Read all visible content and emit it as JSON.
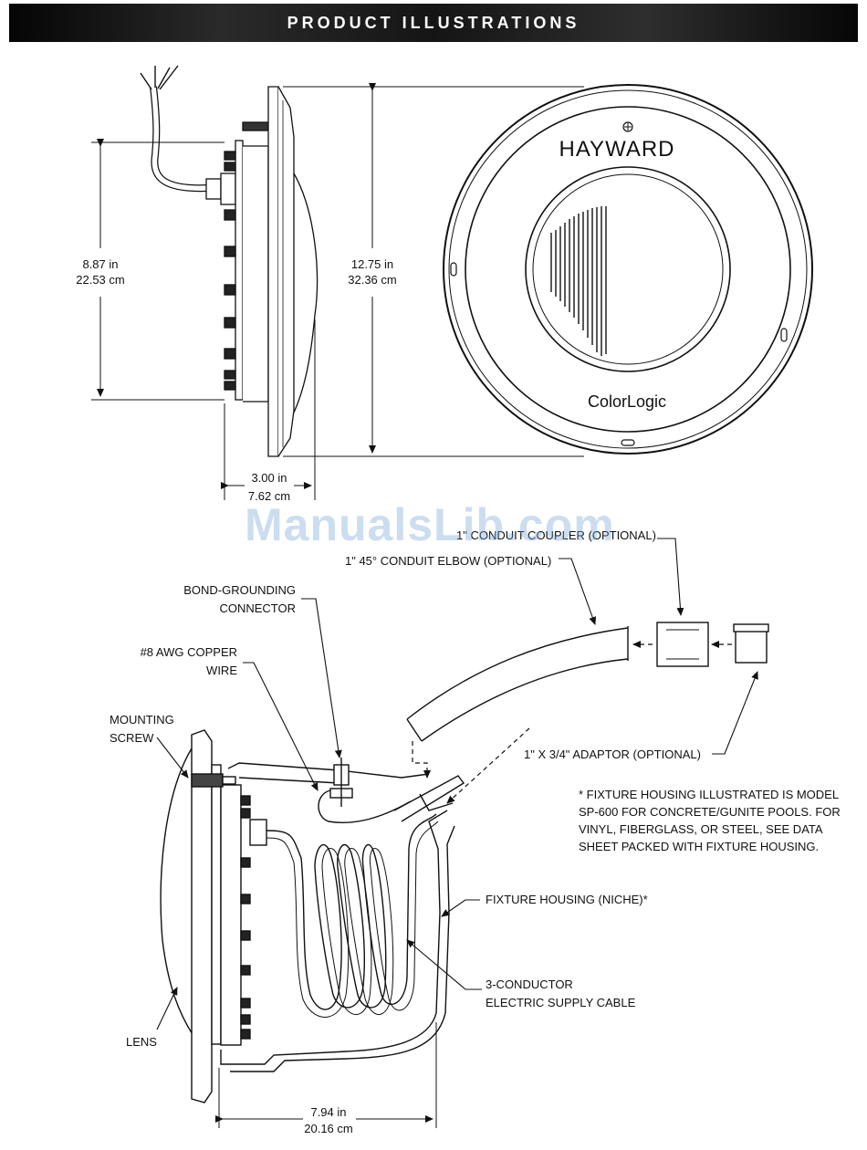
{
  "header": {
    "title": "PRODUCT ILLUSTRATIONS"
  },
  "watermark": "ManualsLib.com",
  "front_view": {
    "brand": "HAYWARD",
    "product": "ColorLogic"
  },
  "side_dimensions": {
    "back_height": [
      "8.87 in",
      "22.53 cm"
    ],
    "total_height": [
      "12.75 in",
      "32.36 cm"
    ],
    "depth": [
      "3.00 in",
      "7.62 cm"
    ]
  },
  "install_callouts": {
    "conduit_coupler": "1\" CONDUIT COUPLER (OPTIONAL)",
    "conduit_elbow": "1\" 45° CONDUIT ELBOW (OPTIONAL)",
    "bond_grounding": [
      "BOND-GROUNDING",
      "CONNECTOR"
    ],
    "copper_wire": [
      "#8 AWG COPPER",
      "WIRE"
    ],
    "mounting_screw": [
      "MOUNTING",
      "SCREW"
    ],
    "adaptor": "1\" X 3/4\" ADAPTOR (OPTIONAL)",
    "housing_note": [
      "* FIXTURE HOUSING ILLUSTRATED IS MODEL",
      "SP-600 FOR CONCRETE/GUNITE POOLS.  FOR",
      "VINYL, FIBERGLASS, OR STEEL, SEE DATA",
      "SHEET PACKED WITH FIXTURE HOUSING."
    ],
    "fixture_housing": "FIXTURE HOUSING (NICHE)*",
    "supply_cable": [
      "3-CONDUCTOR",
      "ELECTRIC SUPPLY CABLE"
    ],
    "lens": "LENS",
    "bottom_dimension": [
      "7.94 in",
      "20.16 cm"
    ]
  }
}
